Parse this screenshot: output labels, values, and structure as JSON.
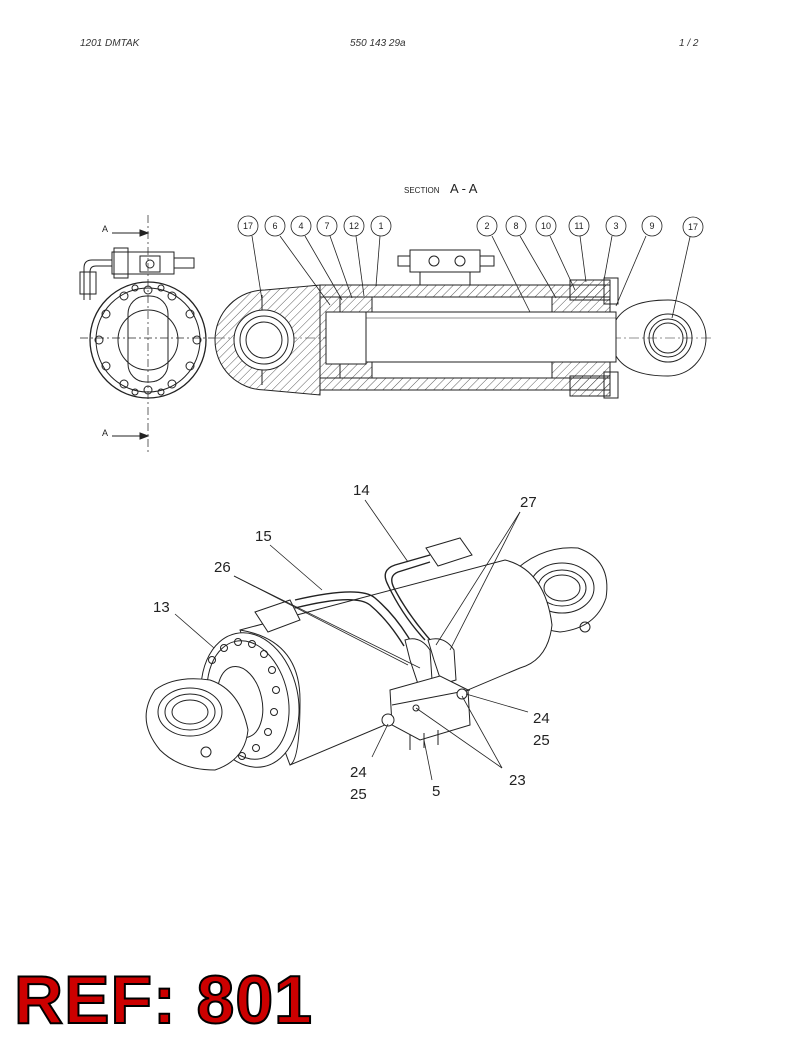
{
  "header": {
    "left": "1201 DMTAK",
    "center": "550 143 29a",
    "right": "1 /  2"
  },
  "section": {
    "title_small": "SECTION",
    "title_big": "A - A",
    "cut_label_top": "A",
    "cut_label_bottom": "A",
    "balloons": [
      "17",
      "6",
      "4",
      "7",
      "12",
      "1",
      "2",
      "8",
      "10",
      "11",
      "3",
      "9",
      "17"
    ]
  },
  "iso": {
    "callouts": [
      "14",
      "27",
      "15",
      "26",
      "13",
      "24",
      "25",
      "24",
      "25",
      "23",
      "5"
    ]
  },
  "ref": "REF: 801",
  "colors": {
    "ref_fill": "#cc0000",
    "line": "#222222"
  }
}
